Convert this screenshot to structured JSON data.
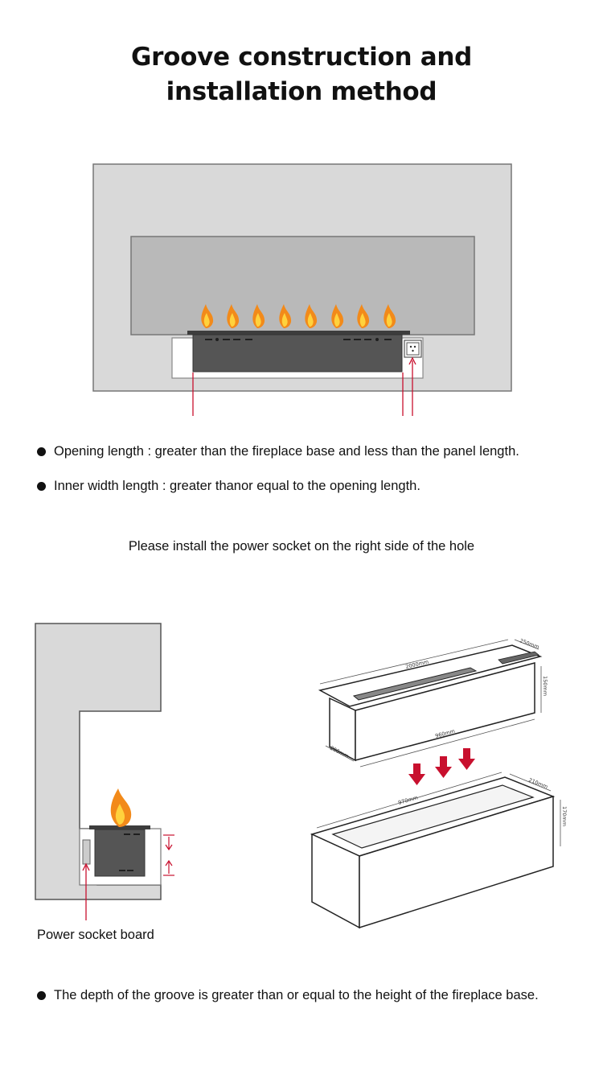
{
  "title": {
    "line1": "Groove construction and",
    "line2": "installation method"
  },
  "bullets_top": [
    "Opening length : greater than the fireplace base and less than the panel length.",
    "Inner width length : greater thanor equal to the opening length."
  ],
  "install_note": "Please install the power socket on the right side of the hole",
  "side_diagram": {
    "socket_label": "Power socket board"
  },
  "dimensions": {
    "top_length": "2000mm",
    "top_depth": "250mm",
    "height": "150mm",
    "body_length": "960mm",
    "body_depth": "200mm",
    "groove_length": "970mm",
    "groove_depth": "210mm",
    "groove_height": "170mm"
  },
  "bullet_bottom": "The depth of the groove is greater than or equal to the height of the fireplace base.",
  "colors": {
    "panel": "#d9d9d9",
    "glass": "#b9b9b9",
    "body": "#555555",
    "arrow_red": "#c8102e",
    "flame_orange": "#f28a1a",
    "flame_yellow": "#ffd23d"
  }
}
